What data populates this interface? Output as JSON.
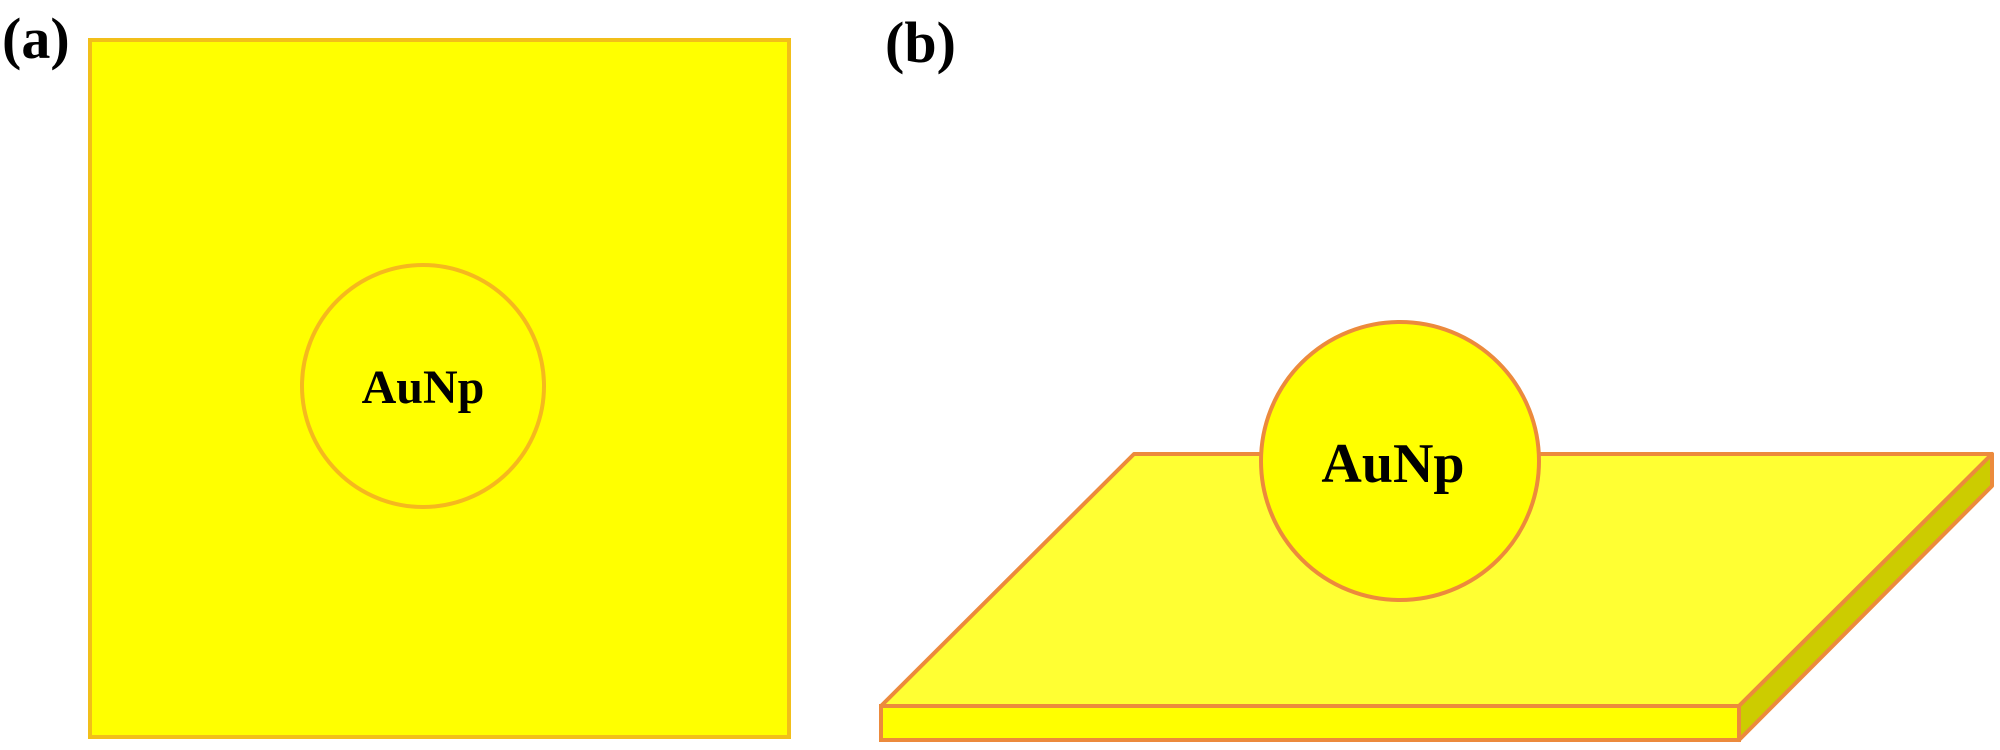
{
  "panels": {
    "a": {
      "label": "(a)",
      "particle_label": "AuNp"
    },
    "b": {
      "label": "(b)",
      "particle_label": "AuNp"
    }
  },
  "colors": {
    "gold_fill": "#ffff00",
    "gold_light": "#ffff33",
    "gold_side": "#cccc00",
    "outline_a": "#f2bf19",
    "outline_b": "#ec8a3c"
  }
}
